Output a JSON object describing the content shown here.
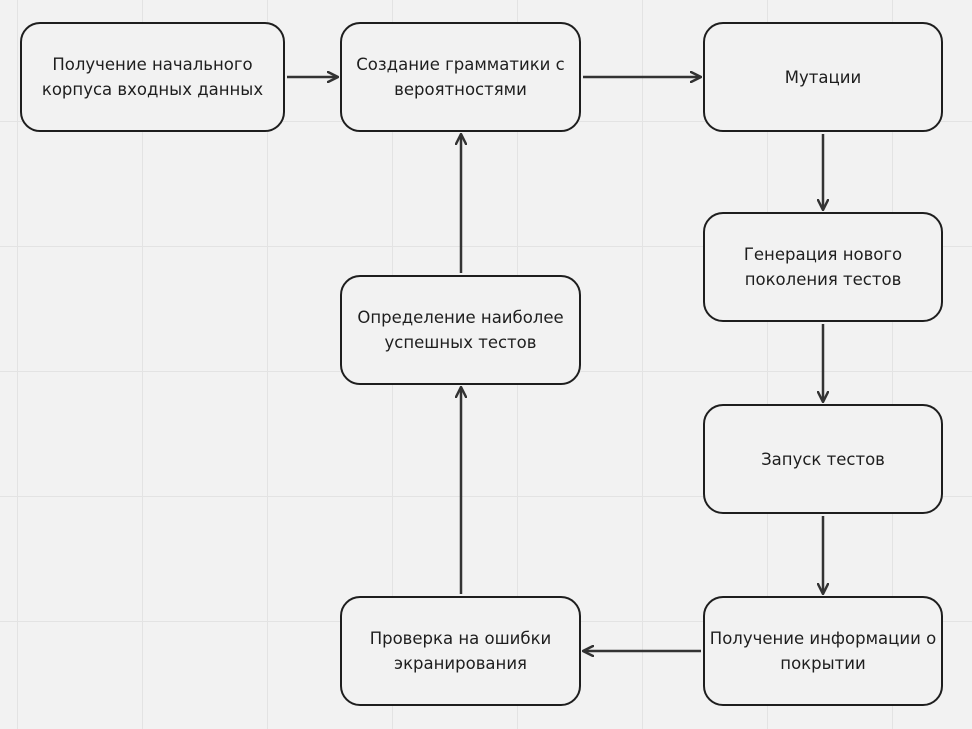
{
  "diagram": {
    "colors": {
      "background": "#f2f2f2",
      "grid": "#e3e3e3",
      "node_border": "#1e1e1e",
      "edge": "#333333",
      "text": "#1e1e1e"
    },
    "nodes": {
      "initial_corpus": {
        "label": "Получение начального корпуса входных данных"
      },
      "grammar": {
        "label": "Создание грамматики с вероятностями"
      },
      "mutations": {
        "label": "Мутации"
      },
      "generation": {
        "label": "Генерация нового поколения тестов"
      },
      "run_tests": {
        "label": "Запуск тестов"
      },
      "coverage": {
        "label": "Получение информации о покрытии"
      },
      "escaping_check": {
        "label": "Проверка на ошибки экранирования"
      },
      "best_tests": {
        "label": "Определение наиболее успешных тестов"
      }
    },
    "edges": [
      {
        "from": "initial_corpus",
        "to": "grammar"
      },
      {
        "from": "grammar",
        "to": "mutations"
      },
      {
        "from": "mutations",
        "to": "generation"
      },
      {
        "from": "generation",
        "to": "run_tests"
      },
      {
        "from": "run_tests",
        "to": "coverage"
      },
      {
        "from": "coverage",
        "to": "escaping_check"
      },
      {
        "from": "escaping_check",
        "to": "best_tests"
      },
      {
        "from": "best_tests",
        "to": "grammar"
      }
    ]
  }
}
